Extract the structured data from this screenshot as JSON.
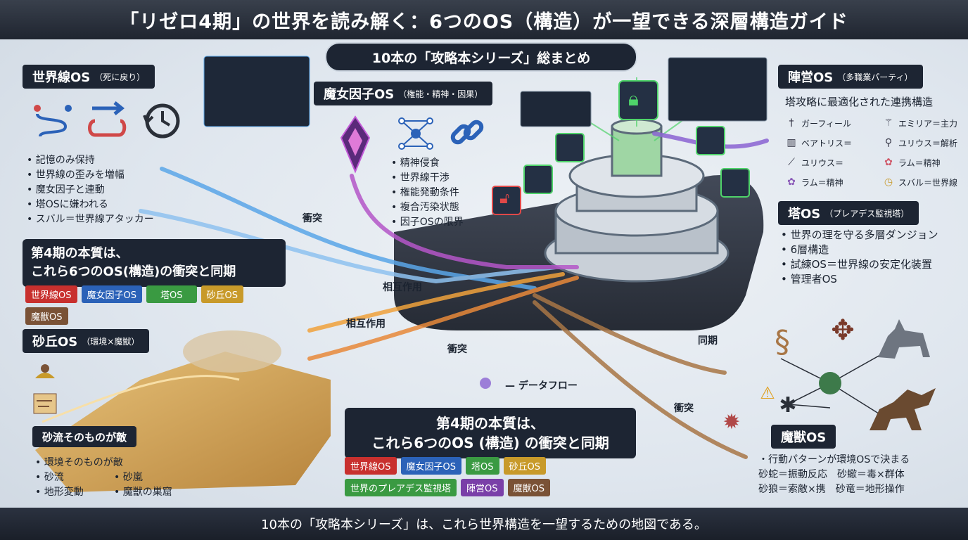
{
  "title": "「リゼロ4期」の世界を読み解く：6つのOS（構造）が一望できる深層構造ガイド",
  "subtitle": "10本の「攻略本シリーズ」総まとめ",
  "footer": "10本の「攻略本シリーズ」は、これら世界構造を一望するための地図である。",
  "world_line": {
    "heading": "世界線OS",
    "heading_sub": "（死に戻り）",
    "bullets": [
      "記憶のみ保持",
      "世界線の歪みを増幅",
      "魔女因子と連動",
      "塔OSに嫌われる",
      "スバル＝世界線アタッカー"
    ]
  },
  "essence_left": {
    "line1": "第4期の本質は、",
    "line2": "これら6つのOS(構造)の衝突と同期"
  },
  "tags_left": [
    "世界線OS",
    "魔女因子OS",
    "塔OS",
    "砂丘OS",
    "魔獣OS"
  ],
  "dune": {
    "heading": "砂丘OS",
    "heading_sub": "（環境×魔獣）",
    "sub_heading": "砂流そのものが敵",
    "bullets": [
      "環境そのものが敵",
      "砂流",
      "砂嵐",
      "地形変動",
      "魔獣の巣窟"
    ]
  },
  "witch": {
    "heading": "魔女因子OS",
    "heading_sub": "（権能・精神・因果）",
    "bullets": [
      "精神侵食",
      "世界線干渉",
      "権能発動条件",
      "複合汚染状態",
      "因子OSの限界"
    ]
  },
  "faction": {
    "heading": "陣営OS",
    "heading_sub": "（多職業パーティ）",
    "caption": "塔攻略に最適化された連携構造",
    "members": [
      "ガーフィール",
      "エミリア＝主力",
      "ベアトリス＝",
      "ユリウス＝解析",
      "ユリウス＝",
      "ラム＝精神",
      "ラム＝精神",
      "スバル＝世界線"
    ]
  },
  "tower": {
    "heading": "塔OS",
    "heading_sub": "（プレアデス監視塔）",
    "bullets": [
      "世界の理を守る多層ダンジョン",
      "6層構造",
      "試練OS＝世界線の安定化装置",
      "管理者OS"
    ]
  },
  "beast": {
    "heading": "魔獣OS",
    "lines": [
      "・行動パターンが環境OSで決まる",
      "砂蛇＝振動反応　砂蠍＝毒×群体",
      "砂狼＝索敵×携　砂竜＝地形操作"
    ]
  },
  "essence_center": {
    "line1": "第4期の本質は、",
    "line2": "これら6つのOS (構造) の衝突と同期"
  },
  "tags_center": [
    "世界線OS",
    "魔女因子OS",
    "塔OS",
    "砂丘OS",
    "世界のプレアデス監視塔",
    "陣営OS",
    "魔獣OS"
  ],
  "flow_labels": {
    "collision1": "衝突",
    "mutual1": "相互作用",
    "mutual2": "相互作用",
    "collision2": "衝突",
    "dataflow": "— データフロー",
    "sync": "同期",
    "collision3": "衝突"
  },
  "colors": {
    "accent_dark": "#1d2533",
    "world": "#c8302e",
    "witch": "#2b62b8",
    "tower": "#3a9a42",
    "dune": "#c89a2a",
    "beast": "#7a5236",
    "faction": "#7a3fa8"
  }
}
